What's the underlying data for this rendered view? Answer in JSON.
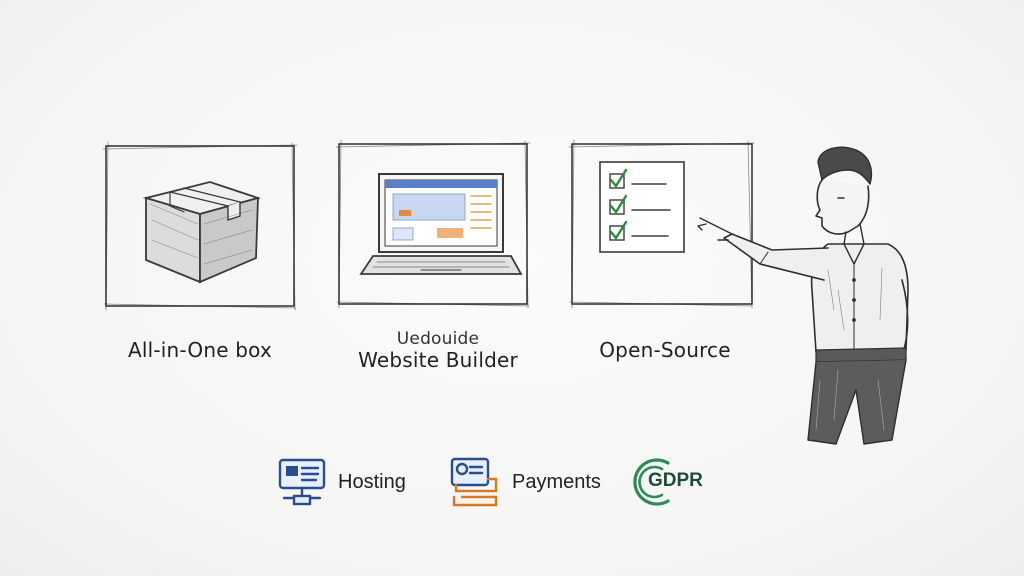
{
  "panels": [
    {
      "caption": "All-in-One box",
      "icon": "box-icon"
    },
    {
      "caption_top": "Uedouide",
      "caption": "Website Builder",
      "icon": "laptop-icon"
    },
    {
      "caption": "Open-Source",
      "icon": "checklist-icon"
    }
  ],
  "features": [
    {
      "label": "Hosting",
      "icon": "hosting-server-icon",
      "color": "#2a4d8f"
    },
    {
      "label": "Payments",
      "icon": "payments-terminal-icon",
      "color": "#d97a1f"
    },
    {
      "label": "GDPR",
      "icon": "gdpr-badge-icon",
      "color": "#2e8b57"
    }
  ],
  "presenter": {
    "icon": "presenter-pointing-icon"
  }
}
